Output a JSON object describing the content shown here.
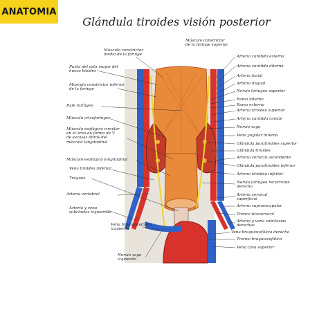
{
  "badge": {
    "label": "ANATOMIA",
    "color": "#f6d21a"
  },
  "title": "Glándula tiroides visión posterior",
  "colors": {
    "muscle": "#e98a3a",
    "artery": "#d8322c",
    "vein": "#2f62c6",
    "nerve": "#f2d22a",
    "gland": "#c23a2a"
  },
  "left_labels": [
    {
      "text": "Músculo constrictor\nmedio de la faringe"
    },
    {
      "text": "Punta del asta mayor del\nhueso hioides"
    },
    {
      "text": "Músculo constrictor inferior\nde la faringe"
    },
    {
      "text": "Rafe faríngeo"
    },
    {
      "text": "Músculo cricofaríngeo"
    },
    {
      "text": "Músculo esofágico circular\nen el área en forma de V\nde escasas fibras del\nmúsculo longitudinal"
    },
    {
      "text": "Músculo esofágico longitudinal"
    },
    {
      "text": "Vena tiroidea inferior"
    },
    {
      "text": "Tráquea"
    },
    {
      "text": "Arteria vertebral"
    },
    {
      "text": "Arteria y vena\nsubclavias izquierdas"
    },
    {
      "text": "Vena braquiocefálica\nizquierda"
    },
    {
      "text": "Nervio vago\nizquierdo"
    }
  ],
  "top_labels": [
    {
      "text": "Músculo constrictor\nde la faringe superior"
    }
  ],
  "right_labels": [
    {
      "text": "Arteria carótida externa"
    },
    {
      "text": "Arteria carótida interna"
    },
    {
      "text": "Arteria facial"
    },
    {
      "text": "Arteria lingual"
    },
    {
      "text": "Nervio laríngeo superior"
    },
    {
      "text": "Ramo interno"
    },
    {
      "text": "Ramo externo"
    },
    {
      "text": "Arteria tiroidea superior"
    },
    {
      "text": "Arteria carótida común"
    },
    {
      "text": "Nervio vago"
    },
    {
      "text": "Vena yugular interna"
    },
    {
      "text": "Glándula paratiroides superior"
    },
    {
      "text": "Glándula tiroides"
    },
    {
      "text": "Arteria cervical ascendente"
    },
    {
      "text": "Glándula paratiroides inferior"
    },
    {
      "text": "Arteria tiroidea inferior"
    },
    {
      "text": "Nervio laríngeo recurrente\nderecho"
    },
    {
      "text": "Arteria cervical\nsuperficial"
    },
    {
      "text": "Arteria supraescapular"
    },
    {
      "text": "Tronco tirocervical"
    },
    {
      "text": "Arteria y vena subclavias\nderechas"
    },
    {
      "text": "Vena braquiocefálica derecha"
    },
    {
      "text": "Tronco braquiocefálico"
    },
    {
      "text": "Vena cava superior"
    }
  ]
}
